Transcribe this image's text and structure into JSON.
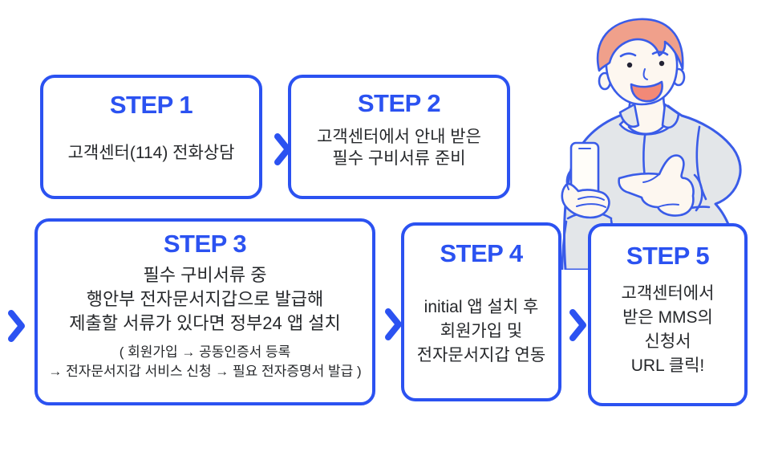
{
  "colors": {
    "primary_blue": "#2b52f1",
    "illustration_outline": "#3a5ce8",
    "shirt_gray": "#e3e6e9",
    "skin": "#fdf7f0",
    "hair_salmon": "#f0a08b",
    "mouth_salmon": "#f28977",
    "body_text": "#26282b"
  },
  "icons": {
    "step_arrow": "chevron-right",
    "illustration": "man-holding-phone-pointing"
  },
  "steps": [
    {
      "title": "STEP 1",
      "lines": [
        "고객센터(114) 전화상담"
      ]
    },
    {
      "title": "STEP 2",
      "lines": [
        "고객센터에서  안내 받은",
        "필수 구비서류 준비"
      ]
    },
    {
      "title": "STEP 3",
      "lines": [
        "필수 구비서류 중",
        "행안부 전자문서지갑으로 발급해",
        "제출할 서류가 있다면 정부24 앱 설치"
      ],
      "sub_lines": [
        "( 회원가입 → 공동인증서 등록",
        "→ 전자문서지갑 서비스 신청 → 필요 전자증명서 발급 )"
      ]
    },
    {
      "title": "STEP 4",
      "lines": [
        "initial 앱 설치 후",
        "회원가입 및",
        "전자문서지갑 연동"
      ]
    },
    {
      "title": "STEP 5",
      "lines": [
        "고객센터에서",
        "받은 MMS의",
        "신청서",
        "URL 클릭!"
      ]
    }
  ]
}
